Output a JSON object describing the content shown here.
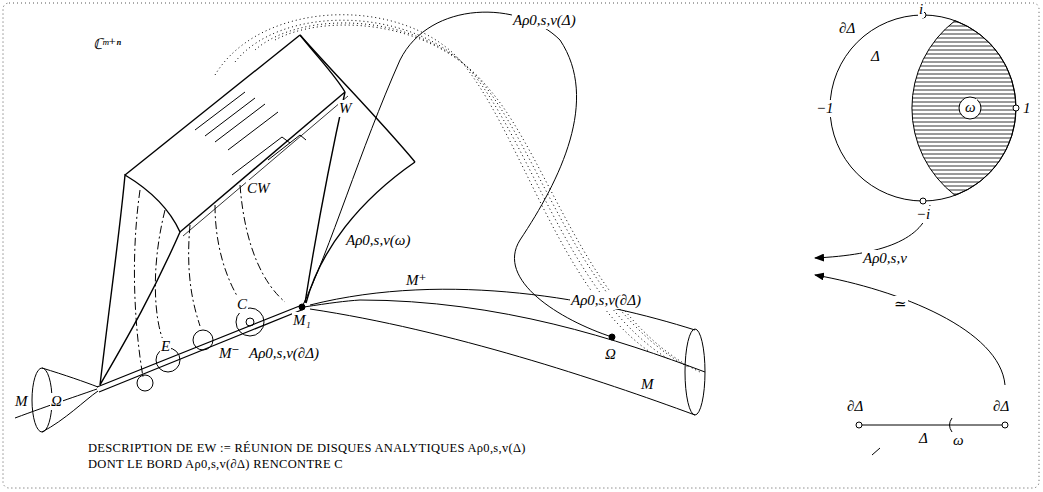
{
  "diagram": {
    "caption": "DESCRIPTION DE EW := RÉUNION DE DISQUES ANALYTIQUES Aρ0,s,v(Δ) DONT LE BORD Aρ0,s,v(∂Δ) RENCONTRE C",
    "labels": [
      "ℂᵐ⁺ⁿ",
      "Aρ0,s,v(Δ)",
      "∂Δ",
      "i",
      "Δ",
      "−1",
      "ω",
      "1",
      "−i",
      "Aρ0,s,v",
      "≃",
      "CW",
      "W",
      "Aρ0,s,v(ω)",
      "M⁺",
      "C",
      "M₁",
      "E",
      "M⁻",
      "Aρ0,s,v(∂Δ)",
      "Aρ0,s,v(∂Δ)",
      "Ω",
      "M",
      "Ω",
      "M",
      "∂Δ",
      "∂Δ",
      "Δ",
      "ω"
    ]
  }
}
